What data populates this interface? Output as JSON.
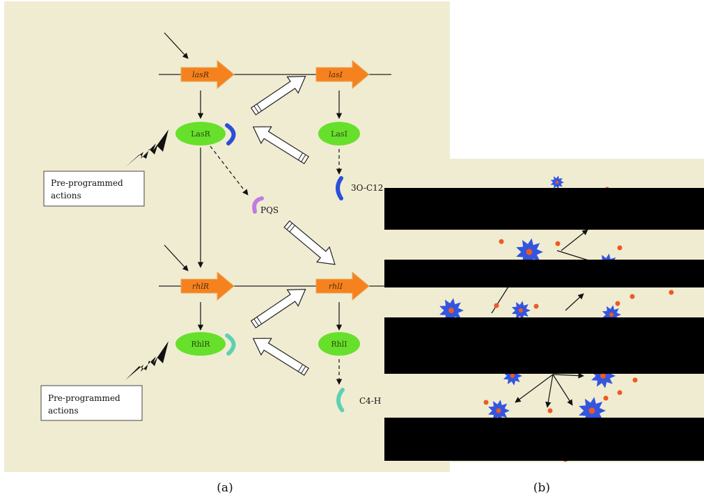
{
  "panel_a": {
    "genes": {
      "lasR": "lasR",
      "lasI": "lasI",
      "rhlR": "rhlR",
      "rhlI": "rhlI"
    },
    "proteins": {
      "LasR": "LasR",
      "LasI": "LasI",
      "RhlR": "RhlR",
      "RhlI": "RhlI"
    },
    "molecules": {
      "oxo": "3O-C12",
      "pqs": "PQS",
      "c4": "C4-H"
    },
    "boxes": {
      "top": {
        "line1": "Pre-programmed",
        "line2": "actions"
      },
      "bottom": {
        "line1": "Pre-programmed",
        "line2": "actions"
      }
    },
    "caption": "(a)"
  },
  "panel_b": {
    "caption": "(b)"
  },
  "colors": {
    "background": "#f0ecd2",
    "gene_arrow": "#f5821f",
    "protein": "#66e02a",
    "blue_ligand": "#2b4fd8",
    "pqs": "#c07ce0",
    "c4": "#5fd0b4",
    "bacteria": "#3355e0",
    "signal_dot": "#ee5a22"
  }
}
